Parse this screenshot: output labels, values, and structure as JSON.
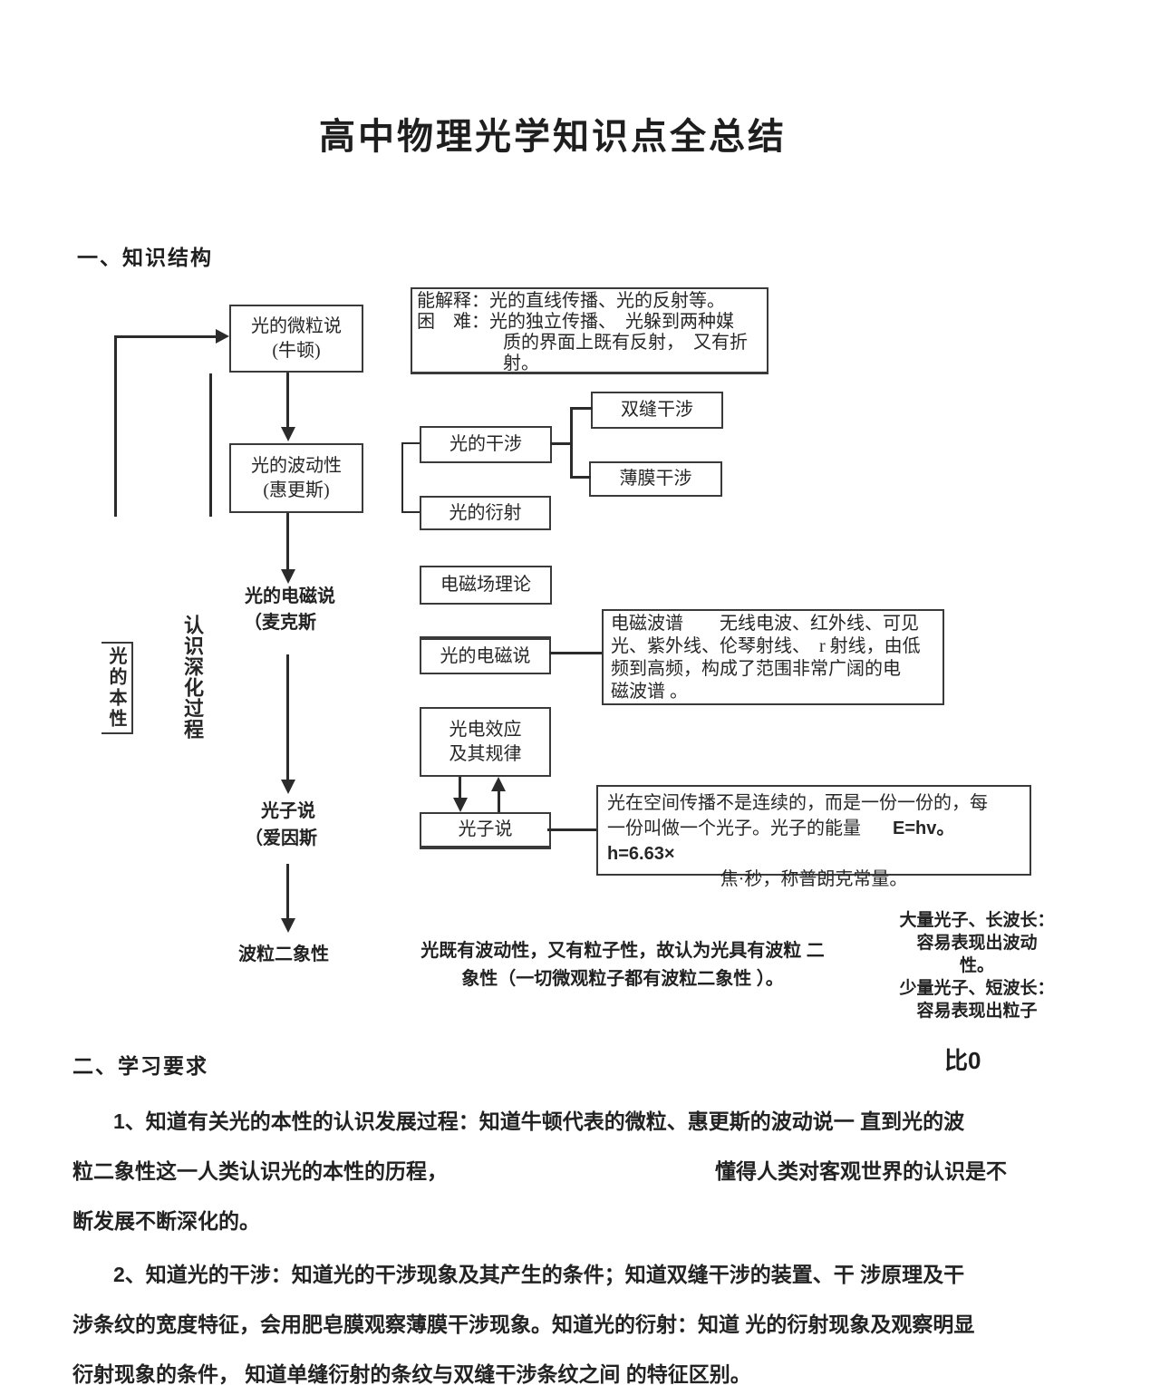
{
  "page": {
    "title": "高中物理光学知识点全总结",
    "section1": "一、知识结构",
    "section2": "二、学习要求",
    "stray": "比0"
  },
  "flowchart": {
    "boxes": {
      "particle": {
        "l1": "光的微粒说",
        "l2": "(牛顿)"
      },
      "explain": {
        "l1": "能解释：光的直线传播、光的反射等。",
        "l2": "困　难：光的独立传播、　光躲到两种媒",
        "l3": "质的界面上既有反射，　又有折",
        "l4": "射。"
      },
      "double_slit": {
        "label": "双缝干涉"
      },
      "interference": {
        "label": "光的干涉"
      },
      "thin_film": {
        "label": "薄膜干涉"
      },
      "diffraction": {
        "label": "光的衍射"
      },
      "wave": {
        "l1": "光的波动性",
        "l2": "(惠更斯)"
      },
      "em_field": {
        "label": "电磁场理论"
      },
      "em_theory": {
        "label": "光的电磁说"
      },
      "spectrum": {
        "l1": "电磁波谱　　无线电波、红外线、可见",
        "l2": "光、紫外线、伦琴射线、　r 射线，由低",
        "l3": "频到高频，构成了范围非常广阔的电",
        "l4": "磁波谱 。"
      },
      "photoelectric": {
        "l1": "光电效应",
        "l2": "及其规律"
      },
      "photon": {
        "label": "光子说"
      },
      "photon_desc": {
        "l1": "光在空间传播不是连续的，而是一份一份的，每",
        "l2a": "一份叫做一个光子。光子的能量",
        "l2b": "E=hv。h=6.63×",
        "l3": "焦·秒，称普朗克常量。"
      }
    },
    "labels": {
      "em": {
        "l1": "光的电磁说",
        "l2": "（麦克斯"
      },
      "photon": {
        "l1": "光子说",
        "l2": "（爱因斯"
      },
      "duality": "波粒二象性",
      "nature_vertical": "光的本性",
      "process_vertical": "认识深化过程"
    },
    "notes": {
      "duality_desc": {
        "l1": "光既有波动性，又有粒子性，故认为光具有波粒 二",
        "l2": "象性（一切微观粒子都有波粒二象性 ）。"
      },
      "photon_scale": {
        "l1": "大量光子、长波长：",
        "l2": "容易表现出波动",
        "l3": "性。",
        "l4": "少量光子、短波长：",
        "l5": "容易表现出粒子"
      }
    }
  },
  "requirements": {
    "p1": {
      "l1": "1、知道有关光的本性的认识发展过程：知道牛顿代表的微粒、惠更斯的波动说一 直到光的波",
      "l2a": "粒二象性这一人类认识光的本性的历程，",
      "l2b": "懂得人类对客观世界的认识是不",
      "l3": "断发展不断深化的。"
    },
    "p2": {
      "l1": "2、知道光的干涉：知道光的干涉现象及其产生的条件；知道双缝干涉的装置、干 涉原理及干",
      "l2": "涉条纹的宽度特征，会用肥皂膜观察薄膜干涉现象。知道光的衍射：知道 光的衍射现象及观察明显",
      "l3": "衍射现象的条件， 知道单缝衍射的条纹与双缝干涉条纹之间 的特征区别。"
    }
  },
  "colors": {
    "ink": "#222222",
    "border": "#3a3a3a",
    "background": "#ffffff"
  }
}
